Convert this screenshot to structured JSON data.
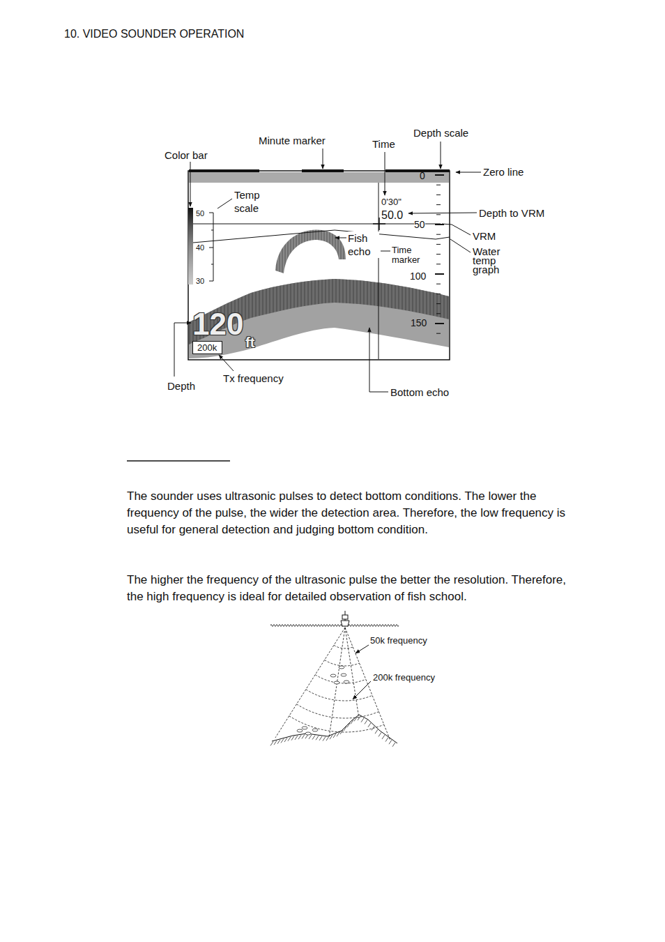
{
  "diagram": {
    "nodes": [
      {
        "text": [
          "200k"
        ]
      }
    ],
    "labels": [
      "10. VIDEO SOUNDER OPERATION",
      "Color bar",
      "Minute marker",
      "Time",
      "Depth scale",
      "Zero line",
      "Temp scale",
      "0'30\"",
      "50.0",
      "Depth to VRM",
      "VRM",
      "50",
      "Fish echo",
      "Time marker",
      "Water temp graph",
      "40",
      "30",
      "0",
      "50",
      "100",
      "150",
      "120",
      "ft",
      "Depth",
      "Tx frequency",
      "Bottom echo",
      "The sounder uses ultrasonic pulses to detect bottom conditions. The lower the frequency of the pulse, the wider the detection area. Therefore, the low frequency is useful for general detection and judging bottom condition.",
      "The higher the frequency of the ultrasonic pulse the better the resolution. Therefore, the high frequency is ideal for detailed observation of fish school.",
      "50k frequency",
      "200k frequency"
    ]
  }
}
